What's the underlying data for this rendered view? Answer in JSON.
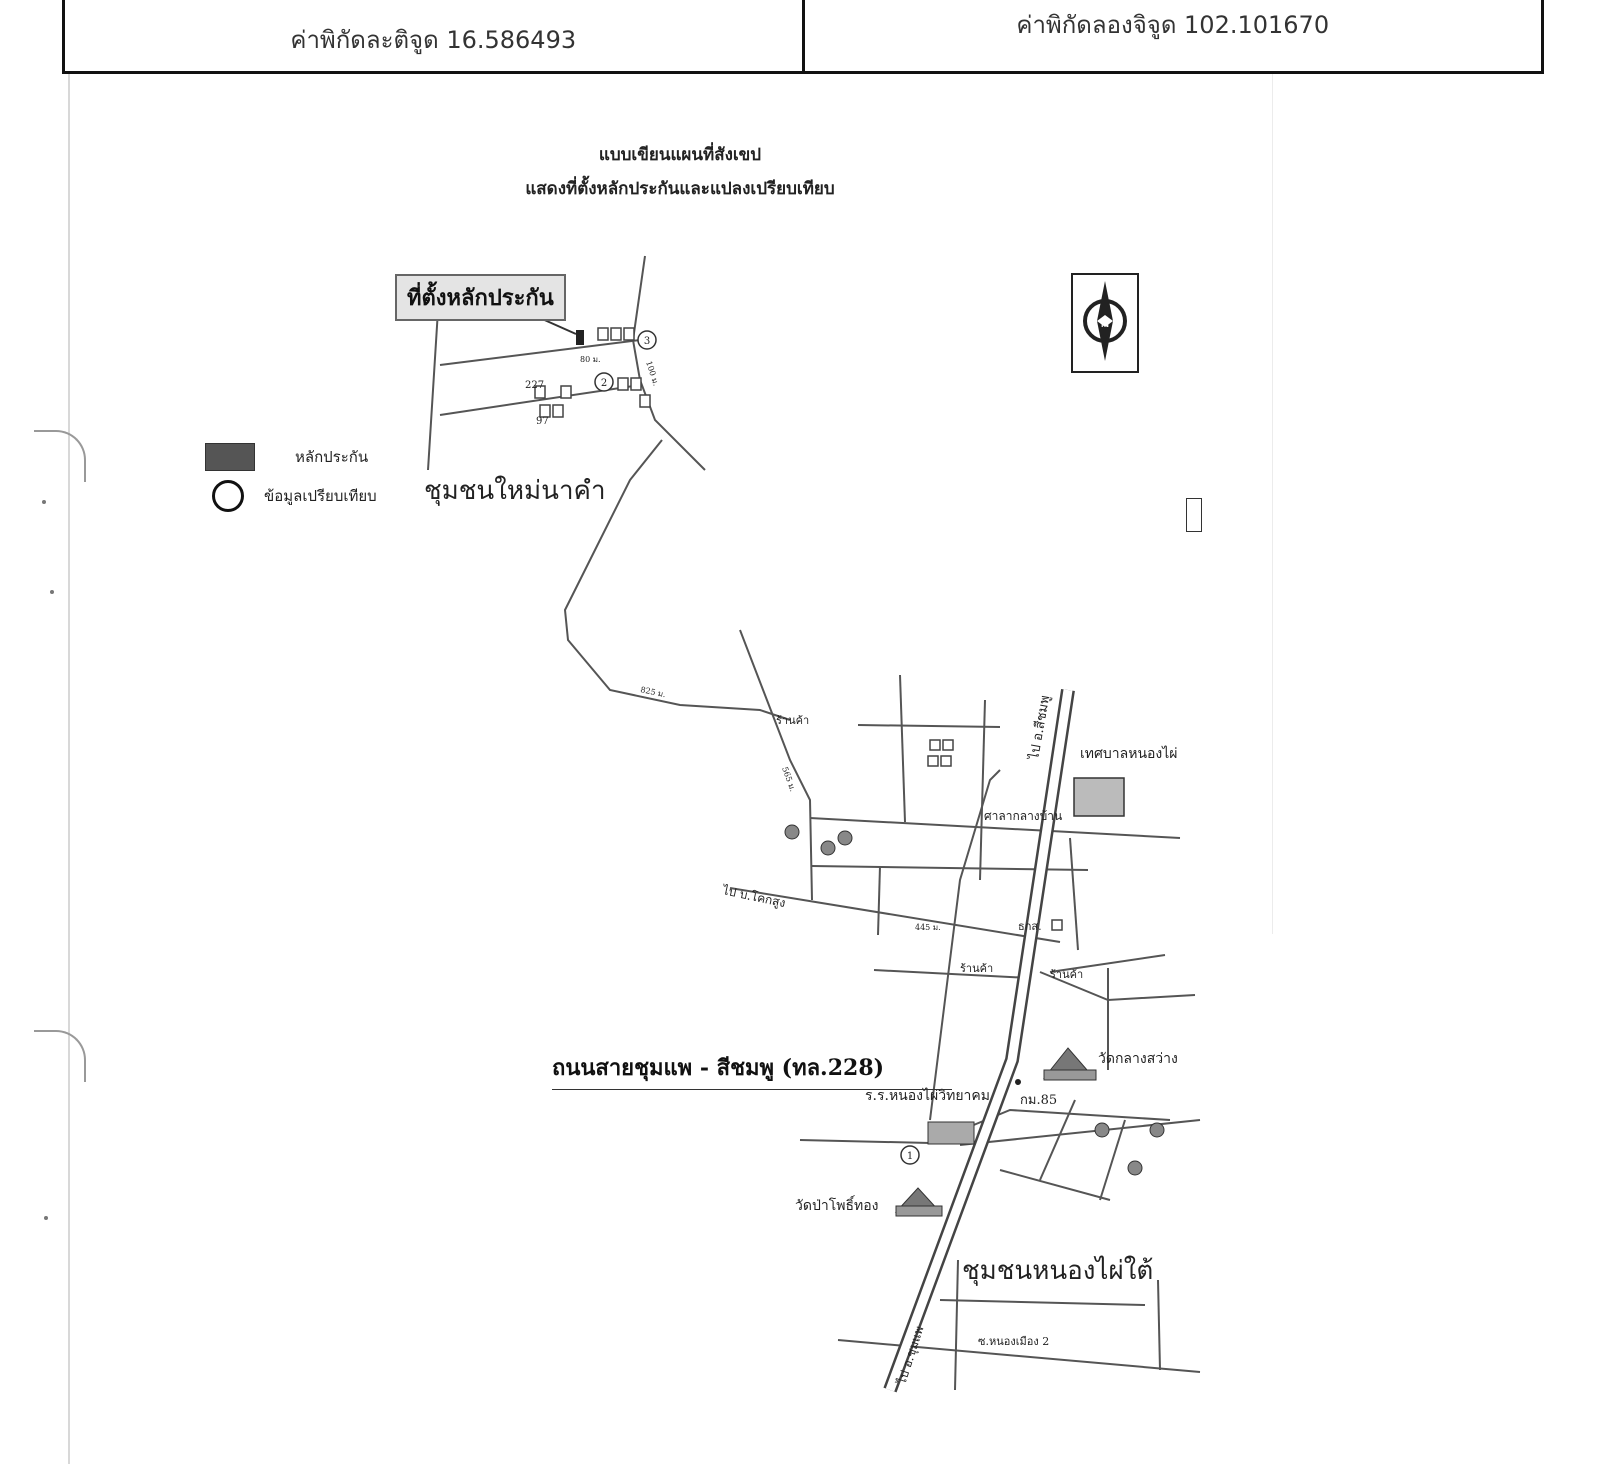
{
  "header": {
    "latitude_label": "ค่าพิกัดละติจูด 16.586493",
    "longitude_label": "ค่าพิกัดลองจิจูด 102.101670"
  },
  "map": {
    "title_line1": "แบบเขียนแผนที่สังเขป",
    "title_line2": "แสดงที่ตั้งหลักประกันและแปลงเปรียบเทียบ",
    "collateral_location_label": "ที่ตั้งหลักประกัน",
    "legend": {
      "collateral": "หลักประกัน",
      "comparable": "ข้อมูลเปรียบเทียบ"
    },
    "communities": {
      "north": "ชุมชนใหม่นาคำ",
      "south": "ชุมชนหนองไผ่ใต้"
    },
    "main_road": "ถนนสายชุมแพ - สีชมพู (ทล.228)",
    "places": {
      "municipality": "เทศบาลหนองไผ่",
      "shrine": "ศาลากลางบ้าน",
      "wat_klang": "วัดกลางสว่าง",
      "school": "ร.ร.หนองไผ่วิทยาคม",
      "wat_po": "วัดป่าโพธิ์ทอง",
      "km_marker": "กม.85",
      "to_sichomphu": "ไป อ.สีชมพู",
      "to_khoksung": "ไป บ.โคกสูง",
      "to_chumphae": "ไป อ.ชุมแพ",
      "soi_nongmuang": "ซ.หนองเมือง 2",
      "shop1": "ร้านค้า",
      "shop2": "ร้านค้า",
      "shop3": "ร้านค้า",
      "bank": "ธกส.",
      "house_no1": "227",
      "house_no2": "97"
    },
    "distance_labels": [
      "80 ม.",
      "100 ม.",
      "825 ม.",
      "565 ม.",
      "445 ม."
    ],
    "comparable_markers": [
      "1",
      "2",
      "3"
    ],
    "compass_north": "N"
  }
}
